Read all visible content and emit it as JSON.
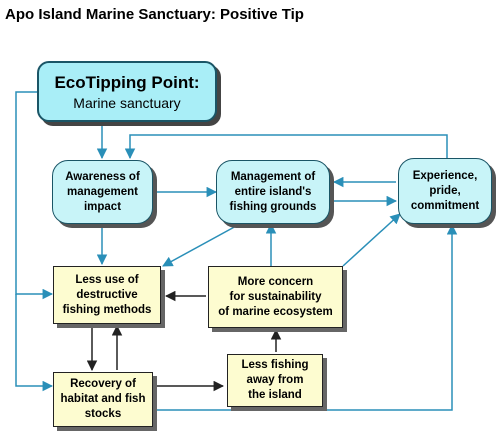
{
  "title": "Apo Island Marine Sanctuary: Positive Tip",
  "nodes": {
    "tip": {
      "line1": "EcoTipping Point:",
      "line2": "Marine sanctuary"
    },
    "awareness": {
      "lines": [
        "Awareness of",
        "management",
        "impact"
      ]
    },
    "management": {
      "lines": [
        "Management of",
        "entire island's",
        "fishing grounds"
      ]
    },
    "experience": {
      "lines": [
        "Experience,",
        "pride,",
        "commitment"
      ]
    },
    "less_use": {
      "lines": [
        "Less use of",
        "destructive",
        "fishing methods"
      ]
    },
    "concern": {
      "lines": [
        "More concern",
        "for sustainability",
        "of marine ecosystem"
      ]
    },
    "less_fishing": {
      "lines": [
        "Less fishing",
        "away from",
        "the island"
      ]
    },
    "recovery": {
      "lines": [
        "Recovery of",
        "habitat and fish",
        "stocks"
      ]
    }
  },
  "colors": {
    "teal_fill": "#c8f4f8",
    "tip_fill": "#a9eef7",
    "yellow_fill": "#fdfcd0",
    "arrow_blue": "#2a8fb8",
    "arrow_black": "#222222"
  }
}
